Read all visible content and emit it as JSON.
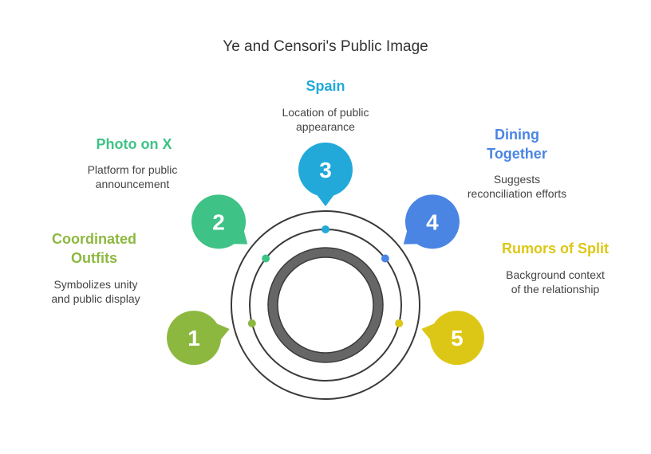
{
  "title": "Ye and Censori's Public Image",
  "colors": {
    "ring": "#3a3a3a",
    "hub_fill": "#666666",
    "hub_stroke": "#3a3a3a",
    "step1": "#8db83f",
    "step2": "#3fc286",
    "step3": "#22a9d9",
    "step4": "#4a85e3",
    "step5": "#ddc716"
  },
  "steps": [
    {
      "number": "1",
      "heading_lines": [
        "Coordinated",
        "Outfits"
      ],
      "desc_lines": [
        "Symbolizes unity",
        "and public display"
      ],
      "color": "#8db83f"
    },
    {
      "number": "2",
      "heading_lines": [
        "Photo on X"
      ],
      "desc_lines": [
        "Platform for public",
        "announcement"
      ],
      "color": "#3fc286"
    },
    {
      "number": "3",
      "heading_lines": [
        "Spain"
      ],
      "desc_lines": [
        "Location of public",
        "appearance"
      ],
      "color": "#22a9d9"
    },
    {
      "number": "4",
      "heading_lines": [
        "Dining",
        "Together"
      ],
      "desc_lines": [
        "Suggests",
        "reconciliation efforts"
      ],
      "color": "#4a85e3"
    },
    {
      "number": "5",
      "heading_lines": [
        "Rumors of Split"
      ],
      "desc_lines": [
        "Background context",
        "of the relationship"
      ],
      "color": "#ddc716"
    }
  ]
}
